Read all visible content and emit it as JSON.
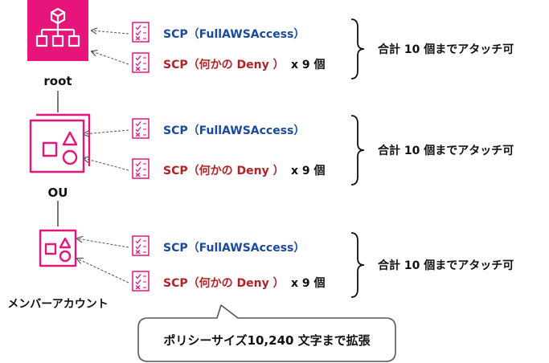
{
  "colors": {
    "accent": "#e7157b",
    "scp_full": "#1a4a9c",
    "scp_deny": "#b22222",
    "text": "#111111",
    "arrow": "#555555",
    "callout_border": "#555555"
  },
  "levels": [
    {
      "label": "root",
      "icon": "root-hierarchy-icon",
      "scp_full": "SCP（FullAWSAccess）",
      "scp_deny": "SCP（何かの Deny ）",
      "deny_count": "x 9 個",
      "total": "合計 10 個までアタッチ可"
    },
    {
      "label": "OU",
      "icon": "ou-shapes-icon",
      "scp_full": "SCP（FullAWSAccess）",
      "scp_deny": "SCP（何かの Deny ）",
      "deny_count": "x 9 個",
      "total": "合計 10 個までアタッチ可"
    },
    {
      "label": "メンバーアカウント",
      "icon": "account-shapes-icon",
      "scp_full": "SCP（FullAWSAccess）",
      "scp_deny": "SCP（何かの Deny ）",
      "deny_count": "x 9 個",
      "total": "合計 10 個までアタッチ可"
    }
  ],
  "callout": {
    "text": "ポリシーサイズ10,240 文字まで拡張"
  }
}
